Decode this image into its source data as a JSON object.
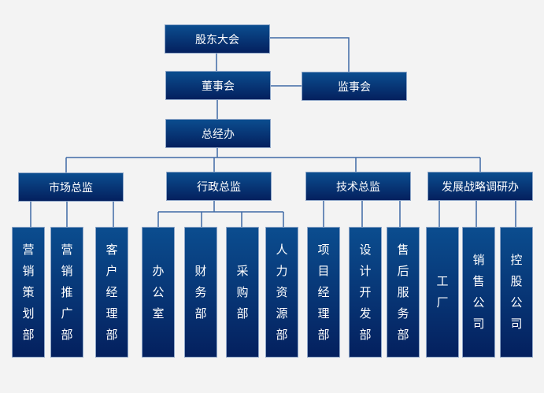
{
  "top": {
    "shareholders": "股东大会",
    "board": "董事会",
    "supervisors": "监事会",
    "gm_office": "总经办"
  },
  "directors": [
    {
      "title": "市场总监",
      "departments": [
        "营销策划部",
        "营销推广部",
        "客户经理部"
      ]
    },
    {
      "title": "行政总监",
      "departments": [
        "办公室",
        "财务部",
        "采购部",
        "人力资源部"
      ]
    },
    {
      "title": "技术总监",
      "departments": [
        "项目经理部",
        "设计开发部",
        "售后服务部"
      ]
    },
    {
      "title": "发展战略调研办",
      "departments": [
        "工厂",
        "销售公司",
        "控股公司"
      ]
    }
  ],
  "colors": {
    "box_top": "#0b4d8f",
    "box_bottom": "#04205e",
    "line": "#3f6aa6"
  }
}
